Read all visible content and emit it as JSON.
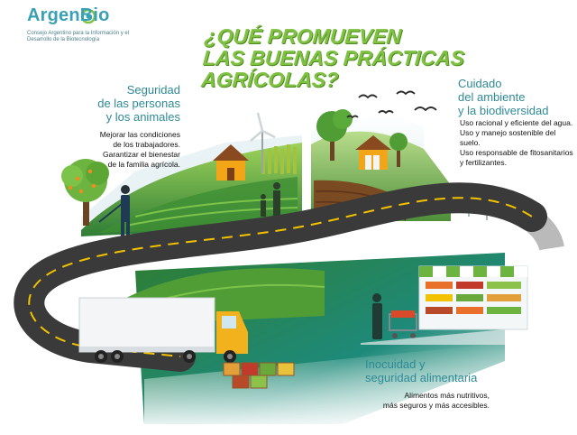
{
  "logo": {
    "name": "ArgenBio",
    "subtitle": "Consejo Argentino para la Información y el Desarrollo de la Biotecnología"
  },
  "title": {
    "line1": "¿QUÉ PROMUEVEN",
    "line2": "LAS BUENAS PRÁCTICAS",
    "line3": "AGRÍCOLAS?"
  },
  "sections": [
    {
      "title_line1": "Seguridad",
      "title_line2": "de las personas",
      "title_line3": "y los animales",
      "body_line1": "Mejorar las condiciones",
      "body_line2": "de los trabajadores.",
      "body_line3": "Garantizar el bienestar",
      "body_line4": "de la familia agrícola."
    },
    {
      "title_line1": "Cuidado",
      "title_line2": "del ambiente",
      "title_line3": "y la biodiversidad",
      "body_line1": "Uso racional y eficiente del agua.",
      "body_line2": "Uso y manejo sostenible del suelo.",
      "body_line3": "Uso responsable de fitosanitarios",
      "body_line4": "y fertilizantes."
    },
    {
      "title_line1": "Inocuidad y",
      "title_line2": "seguridad alimentaria",
      "body_line1": "Alimentos más nutritivos,",
      "body_line2": "más seguros y más accesibles."
    }
  ],
  "colors": {
    "brand": "#3aa0b5",
    "title_green": "#7fc242",
    "section_title": "#2f8a96",
    "road": "#3a3a3a",
    "road_line": "#f2c200",
    "field_green": "#5aa83c",
    "dark_green": "#2f6e2a"
  }
}
